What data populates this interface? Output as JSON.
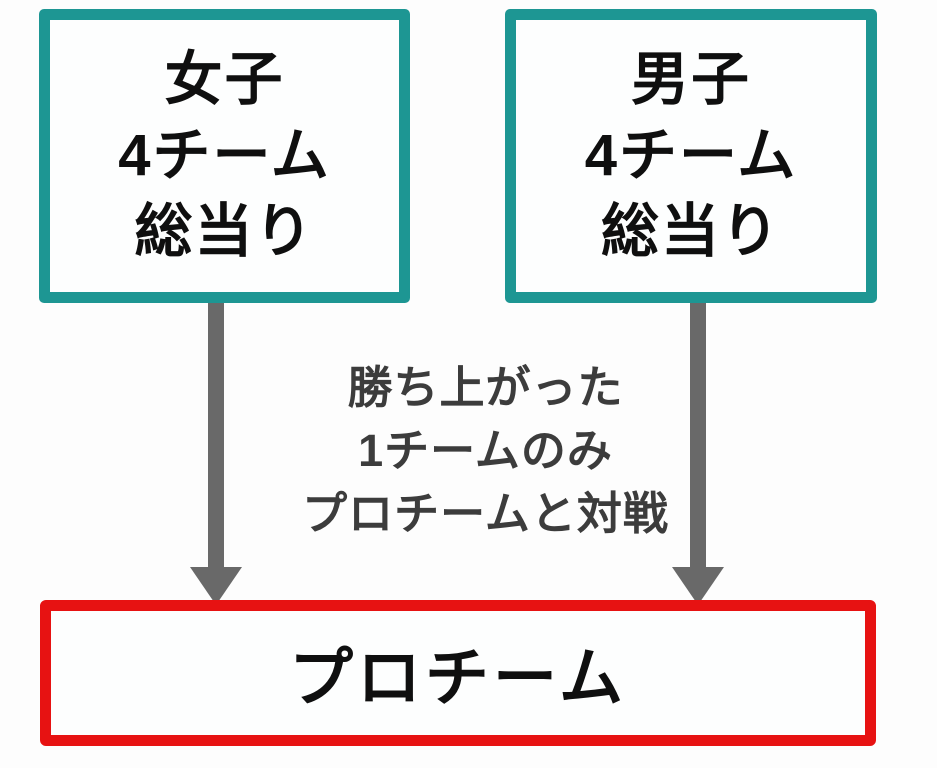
{
  "diagram": {
    "title": "tournament-flow",
    "colors": {
      "teal_border": "#1d9693",
      "red_border": "#e71212",
      "arrow_gray": "#696969",
      "box_text": "#0f0f0f",
      "note_text": "#3c3c3c",
      "background": "#fdfdfd"
    },
    "left_box": {
      "lines": [
        "女子",
        "4チーム",
        "総当り"
      ]
    },
    "right_box": {
      "lines": [
        "男子",
        "4チーム",
        "総当り"
      ]
    },
    "note": {
      "lines": [
        "勝ち上がった",
        "1チームのみ",
        "プロチームと対戦"
      ]
    },
    "bottom_box": {
      "label": "プロチーム"
    }
  }
}
